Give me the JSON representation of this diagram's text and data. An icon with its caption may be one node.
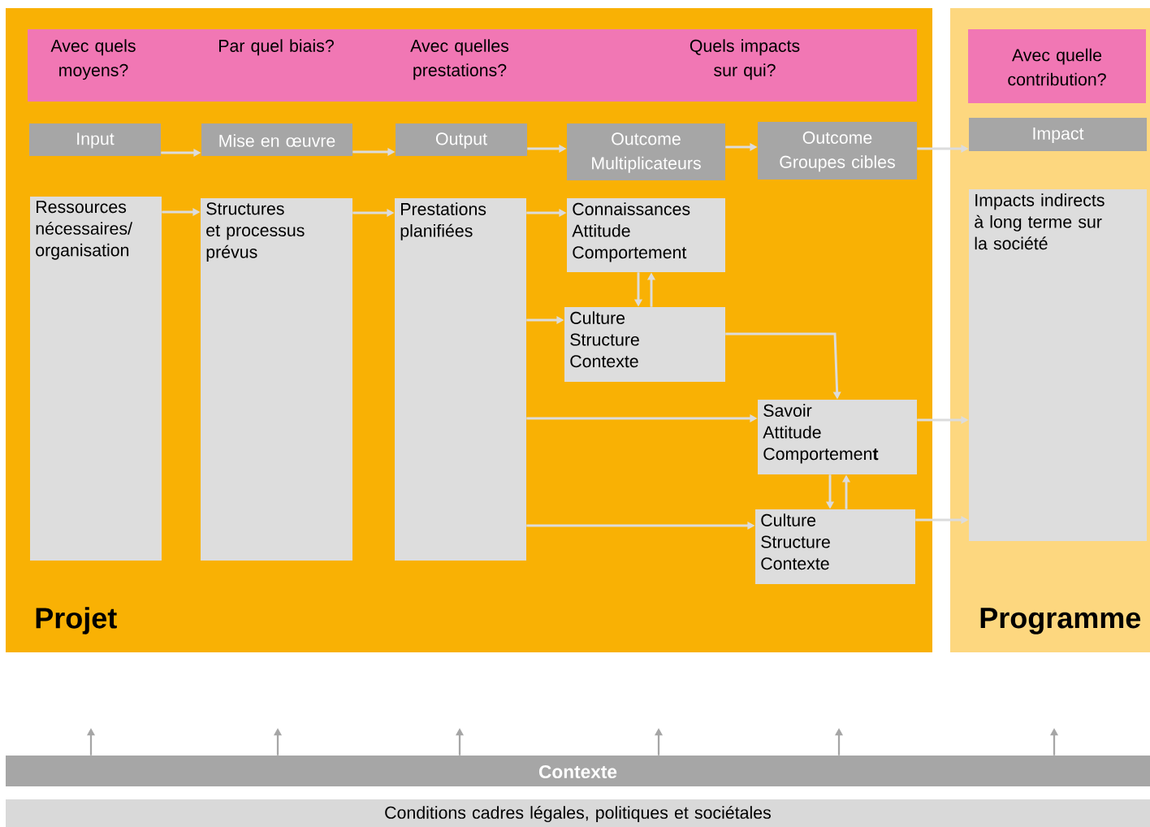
{
  "diagram": {
    "nodes": [
      {
        "text": [
          "Projet"
        ]
      },
      {
        "text": [
          "Programme"
        ]
      },
      {
        "text": [
          "Avec quels moyens?",
          "Par quel biais?",
          "Avec quelles prestations?",
          "Quels impacts sur qui?"
        ],
        "in": 0
      },
      {
        "text": [
          "Avec quelle contribution?"
        ],
        "in": 1
      },
      {
        "text": [
          "Input"
        ],
        "in": 0
      },
      {
        "text": [
          "Mise en œuvre"
        ],
        "in": 0
      },
      {
        "text": [
          "Output"
        ],
        "in": 0
      },
      {
        "text": [
          "Outcome Multiplicateurs"
        ],
        "in": 0
      },
      {
        "text": [
          "Outcome Groupes cibles"
        ],
        "in": 0
      },
      {
        "text": [
          "Impact"
        ],
        "in": 1
      },
      {
        "text": [
          "Ressources nécessaires/ organisation"
        ],
        "in": 0
      },
      {
        "text": [
          "Structures et processus prévus"
        ],
        "in": 0
      },
      {
        "text": [
          "Prestations planifiées"
        ],
        "in": 0
      },
      {
        "text": [
          "Connaissances Attitude Comportement"
        ],
        "in": 0
      },
      {
        "text": [
          "Culture Structure Contexte"
        ],
        "in": 0
      },
      {
        "text": [
          "Savoir Attitude Comportemen**t**"
        ],
        "in": 0
      },
      {
        "text": [
          "Culture Structure Contexte"
        ],
        "in": 0
      },
      {
        "text": [
          "Impacts indirects à long terme sur la société"
        ],
        "in": 1
      },
      {
        "text": [
          "Contexte"
        ]
      },
      {
        "text": [
          "Conditions cadres légales, politiques et sociétales"
        ]
      }
    ],
    "edges": [
      {
        "from": 4,
        "to": 5,
        "arrow": "to"
      },
      {
        "from": 5,
        "to": 6,
        "arrow": "to"
      },
      {
        "from": 6,
        "to": 7,
        "arrow": "to"
      },
      {
        "from": 7,
        "to": 8,
        "arrow": "to"
      },
      {
        "from": 8,
        "to": 9,
        "arrow": "to"
      },
      {
        "from": 10,
        "to": 11,
        "arrow": "to"
      },
      {
        "from": 11,
        "to": 12,
        "arrow": "to"
      },
      {
        "from": 12,
        "to": 13,
        "arrow": "to"
      },
      {
        "from": 12,
        "to": 14,
        "arrow": "to"
      },
      {
        "from": 12,
        "to": 15,
        "arrow": "to"
      },
      {
        "from": 12,
        "to": 16,
        "arrow": "to"
      },
      {
        "from": 13,
        "to": 14,
        "arrow": "to"
      },
      {
        "from": 14,
        "to": 13,
        "arrow": "to"
      },
      {
        "from": 14,
        "to": 15,
        "arrow": "to"
      },
      {
        "from": 15,
        "to": 16,
        "arrow": "to"
      },
      {
        "from": 16,
        "to": 15,
        "arrow": "to"
      },
      {
        "from": 15,
        "to": 17,
        "arrow": "to"
      },
      {
        "from": 16,
        "to": 17,
        "arrow": "to"
      },
      {
        "from": 18,
        "to": null,
        "arrow": "to",
        "color": "#a6a6a6"
      },
      {
        "from": 18,
        "to": null,
        "arrow": "to",
        "color": "#a6a6a6"
      },
      {
        "from": 18,
        "to": null,
        "arrow": "to",
        "color": "#a6a6a6"
      },
      {
        "from": 18,
        "to": null,
        "arrow": "to",
        "color": "#a6a6a6"
      },
      {
        "from": 18,
        "to": null,
        "arrow": "to",
        "color": "#a6a6a6"
      },
      {
        "from": 18,
        "to": null,
        "arrow": "to",
        "color": "#a6a6a6"
      }
    ]
  }
}
